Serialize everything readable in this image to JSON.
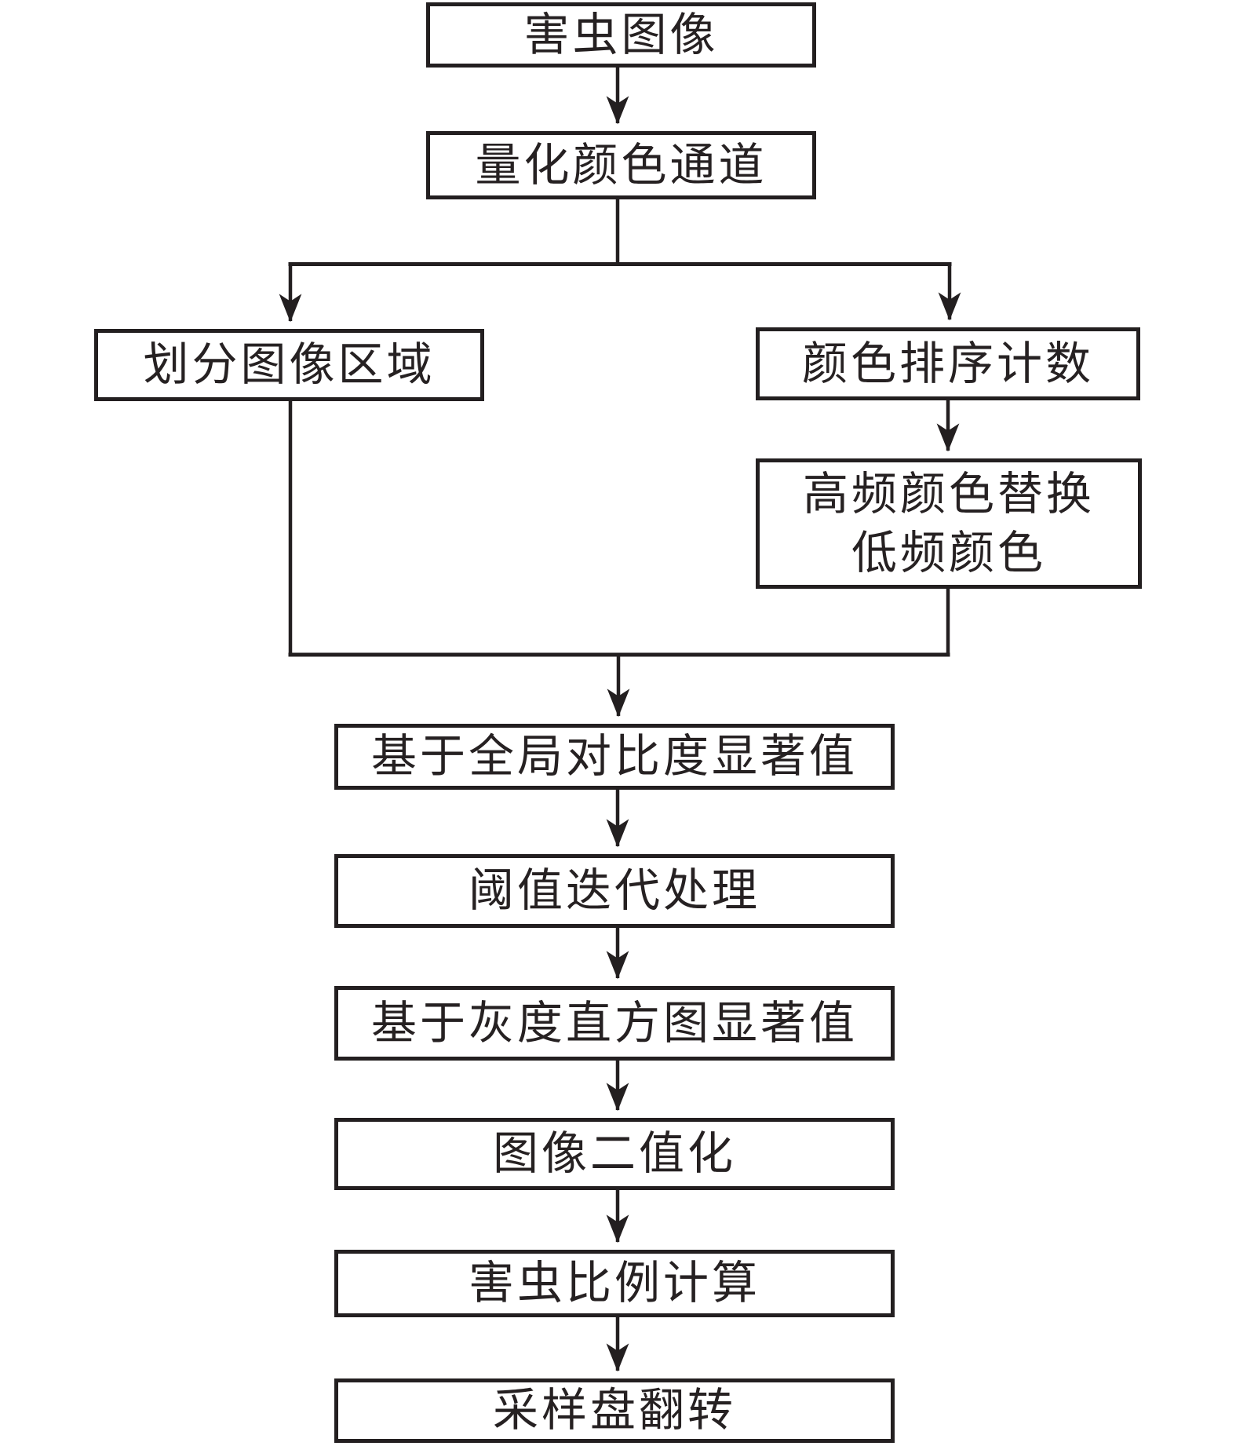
{
  "diagram": {
    "kind": "flowchart",
    "colors": {
      "line": "#231f20",
      "text": "#262122",
      "background": "#ffffff"
    },
    "nodes": [
      {
        "id": "pest-image",
        "label": "害虫图像"
      },
      {
        "id": "quantize-color-channel",
        "label": "量化颜色通道"
      },
      {
        "id": "divide-image-region",
        "label": "划分图像区域"
      },
      {
        "id": "color-sort-count",
        "label": "颜色排序计数"
      },
      {
        "id": "high-freq-replace-low-freq",
        "label": "高频颜色替换低频颜色",
        "lines": [
          "高频颜色替换",
          "低频颜色"
        ]
      },
      {
        "id": "global-contrast-saliency",
        "label": "基于全局对比度显著值"
      },
      {
        "id": "threshold-iteration",
        "label": "阈值迭代处理"
      },
      {
        "id": "gray-histogram-saliency",
        "label": "基于灰度直方图显著值"
      },
      {
        "id": "image-binarization",
        "label": "图像二值化"
      },
      {
        "id": "pest-ratio-calculation",
        "label": "害虫比例计算"
      },
      {
        "id": "sampling-tray-flip",
        "label": "采样盘翻转"
      }
    ]
  }
}
